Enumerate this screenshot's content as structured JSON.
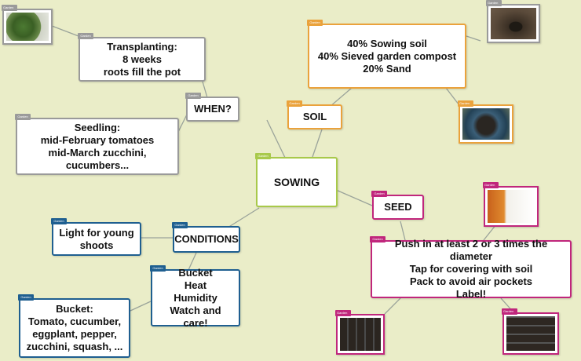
{
  "colors": {
    "background": "#eaedc8",
    "grey": "#9a9a9a",
    "green": "#a8c94a",
    "orange": "#eaa23c",
    "magenta": "#c0267c",
    "blue": "#1f5f90"
  },
  "tag_label": "Garden",
  "nodes": {
    "sowing": "SOWING",
    "when": "WHEN?",
    "transplanting": "Transplanting:\n8 weeks\nroots fill the pot",
    "seedling": "Seedling:\nmid-February tomatoes\nmid-March zucchini, cucumbers...",
    "soil": "SOIL",
    "soil_mix": "40% Sowing soil\n40% Sieved garden compost\n20% Sand",
    "seed": "SEED",
    "seed_instructions": "Push in at least 2 or 3 times the diameter\nTap for covering with soil\nPack to avoid air pockets\nLabel!",
    "conditions": "CONDITIONS",
    "light": "Light for young\nshoots",
    "needs": "Bucket\nHeat\nHumidity\nWatch and care!",
    "bucket": "Bucket:\nTomato, cucumber,\neggplant, pepper,\nzucchini, squash, ..."
  },
  "photos": {
    "seedlings_tray": "seedlings-in-tray photo",
    "pot_on_soil": "pot-on-soil photo",
    "compost_bucket": "compost-bucket photo",
    "seed_packets": "seed-packets photo",
    "tray_left": "sowing-tray photo",
    "tray_right": "sowing-tray photo"
  }
}
